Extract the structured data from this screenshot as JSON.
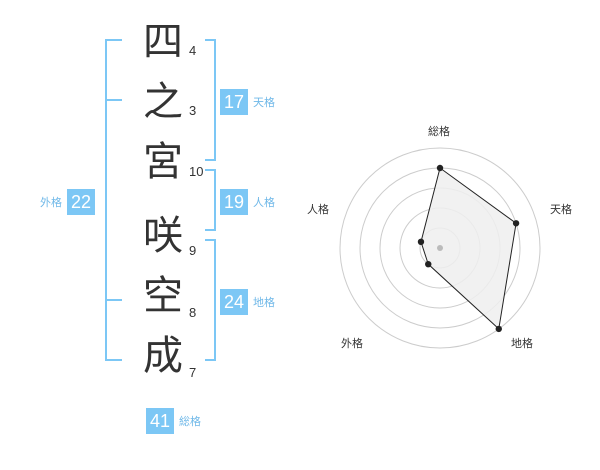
{
  "name": {
    "characters": [
      {
        "char": "四",
        "strokes": "4"
      },
      {
        "char": "之",
        "strokes": "3"
      },
      {
        "char": "宮",
        "strokes": "10"
      },
      {
        "char": "咲",
        "strokes": "9"
      },
      {
        "char": "空",
        "strokes": "8"
      },
      {
        "char": "成",
        "strokes": "7"
      }
    ]
  },
  "fortunes": {
    "tenkaku": {
      "value": "17",
      "label": "天格"
    },
    "jinkaku": {
      "value": "19",
      "label": "人格"
    },
    "chikaku": {
      "value": "24",
      "label": "地格"
    },
    "gaikaku": {
      "value": "22",
      "label": "外格"
    },
    "soukaku": {
      "value": "41",
      "label": "総格"
    }
  },
  "radar": {
    "axes": [
      "総格",
      "天格",
      "地格",
      "外格",
      "人格"
    ],
    "values": [
      4,
      4,
      5,
      1,
      1
    ],
    "max": 5,
    "colors": {
      "line": "#222222",
      "fill": "#eeeeee",
      "grid": "#cccccc",
      "center": "#bbbbbb"
    }
  },
  "colors": {
    "accent": "#7cc7f5",
    "bracket": "#7cc7f5"
  }
}
